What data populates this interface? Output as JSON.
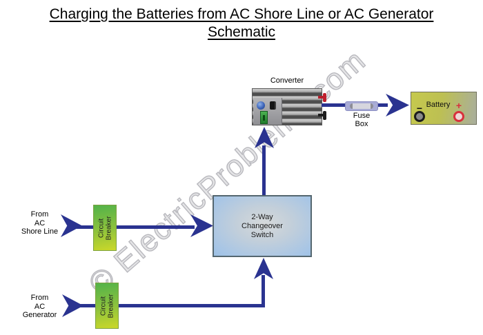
{
  "title": {
    "line1": "Charging the Batteries from AC Shore Line or AC Generator",
    "line2": "Schematic"
  },
  "watermark": "© ElectricProblems.com",
  "colors": {
    "wire": "#2a3390",
    "breaker_green_top": "#52b24a",
    "breaker_green_bottom": "#cbd82a",
    "switch_fill": "#a6c5e6",
    "battery_left": "#c6c94e",
    "battery_right": "#a9ae9d",
    "fuse_body": "#a9acd6",
    "positive": "#d8303c",
    "negative": "#1c1c1c"
  },
  "sources": {
    "shore": {
      "lines": [
        "From",
        "AC",
        "Shore Line"
      ]
    },
    "generator": {
      "lines": [
        "From",
        "AC",
        "Generator"
      ]
    }
  },
  "breaker": {
    "lines": [
      "Circuit",
      "Breaker"
    ]
  },
  "changeover_switch": {
    "lines": [
      "2-Way",
      "Changeover",
      "Switch"
    ]
  },
  "converter": {
    "label": "Converter"
  },
  "fuse_box": {
    "lines": [
      "Fuse",
      "Box"
    ]
  },
  "battery": {
    "label": "Battery",
    "minus": "−",
    "plus": "+"
  }
}
